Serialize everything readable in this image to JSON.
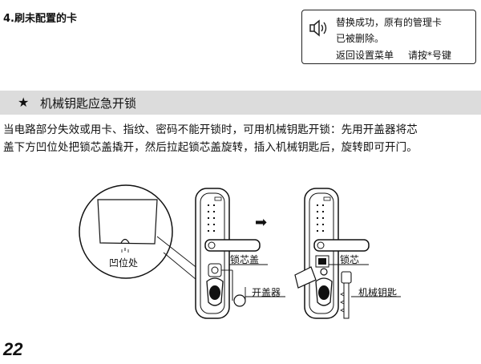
{
  "step": {
    "title": "4.刷未配置的卡"
  },
  "voice_prompt": {
    "icon": "speaker-icon",
    "line1": "替换成功，原有的管理卡",
    "line2": "已被删除。",
    "line3_part1": "返回设置菜单",
    "line3_part2": "请按*号键"
  },
  "section": {
    "star": "★",
    "title": "机械钥匙应急开锁"
  },
  "body": {
    "line1": "当电路部分失效或用卡、指纹、密码不能开锁时，可用机械钥匙开锁：先用开盖器将芯",
    "line2": "盖下方凹位处把锁芯盖撬开，然后拉起锁芯盖旋转，插入机械钥匙后，旋转即可开门。"
  },
  "figure": {
    "labels": {
      "notch": "凹位处",
      "lock_cover": "锁芯盖",
      "opener": "开盖器",
      "lock_core": "锁芯",
      "mech_key": "机械钥匙"
    },
    "arrow": "➡"
  },
  "page": {
    "number": "22"
  }
}
